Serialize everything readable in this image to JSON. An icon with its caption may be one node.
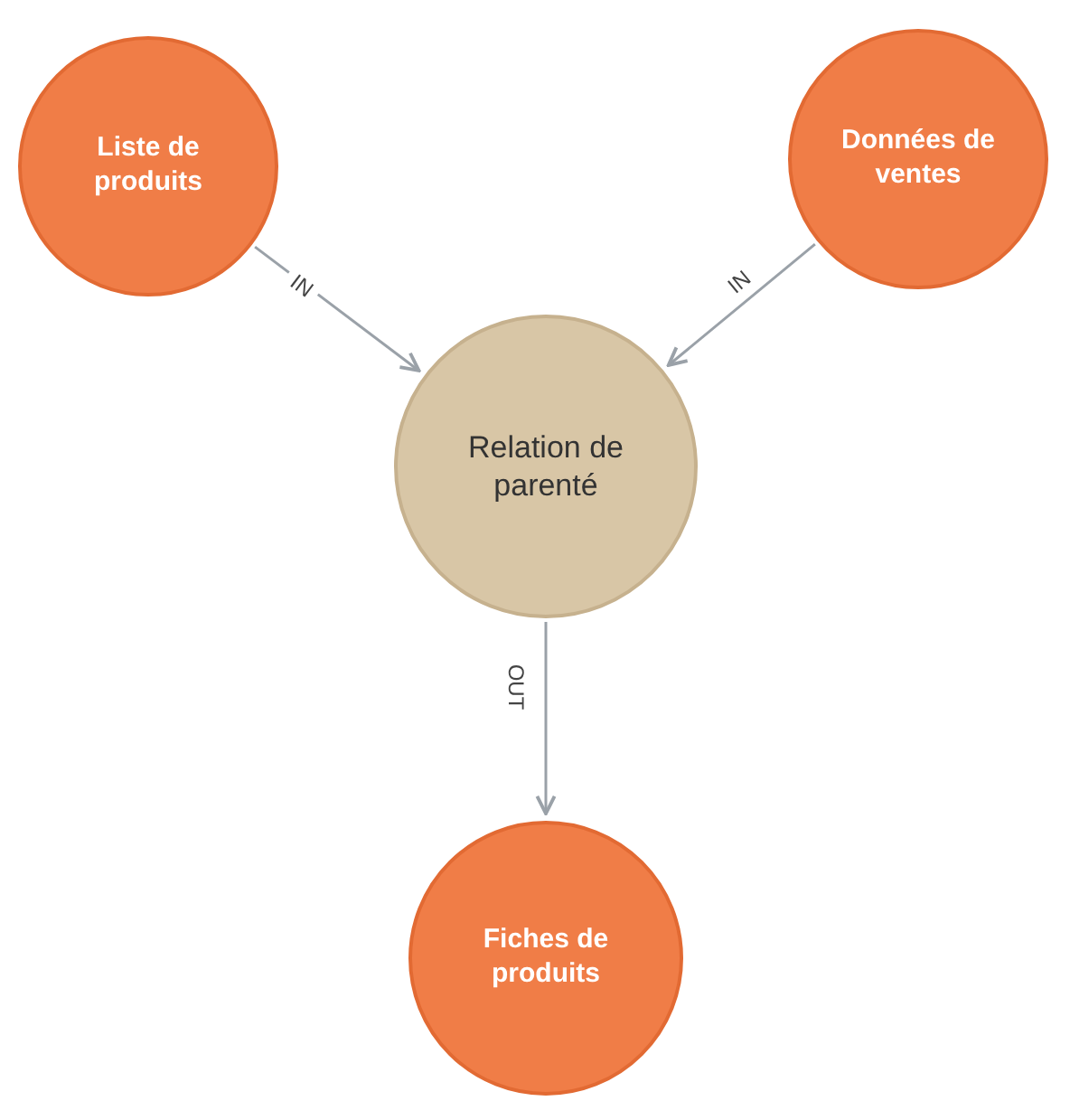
{
  "diagram": {
    "nodes": [
      {
        "text": [
          "Liste de produits"
        ]
      },
      {
        "text": [
          "Données de ventes"
        ]
      },
      {
        "text": [
          "Relation de parenté"
        ]
      },
      {
        "text": [
          "Fiches de produits"
        ]
      }
    ],
    "edges": [
      {
        "from": 0,
        "to": 2,
        "arrow": "to",
        "label": "IN"
      },
      {
        "from": 1,
        "to": 2,
        "arrow": "to",
        "label": "IN"
      },
      {
        "from": 2,
        "to": 3,
        "arrow": "to",
        "label": "OUT"
      }
    ]
  }
}
